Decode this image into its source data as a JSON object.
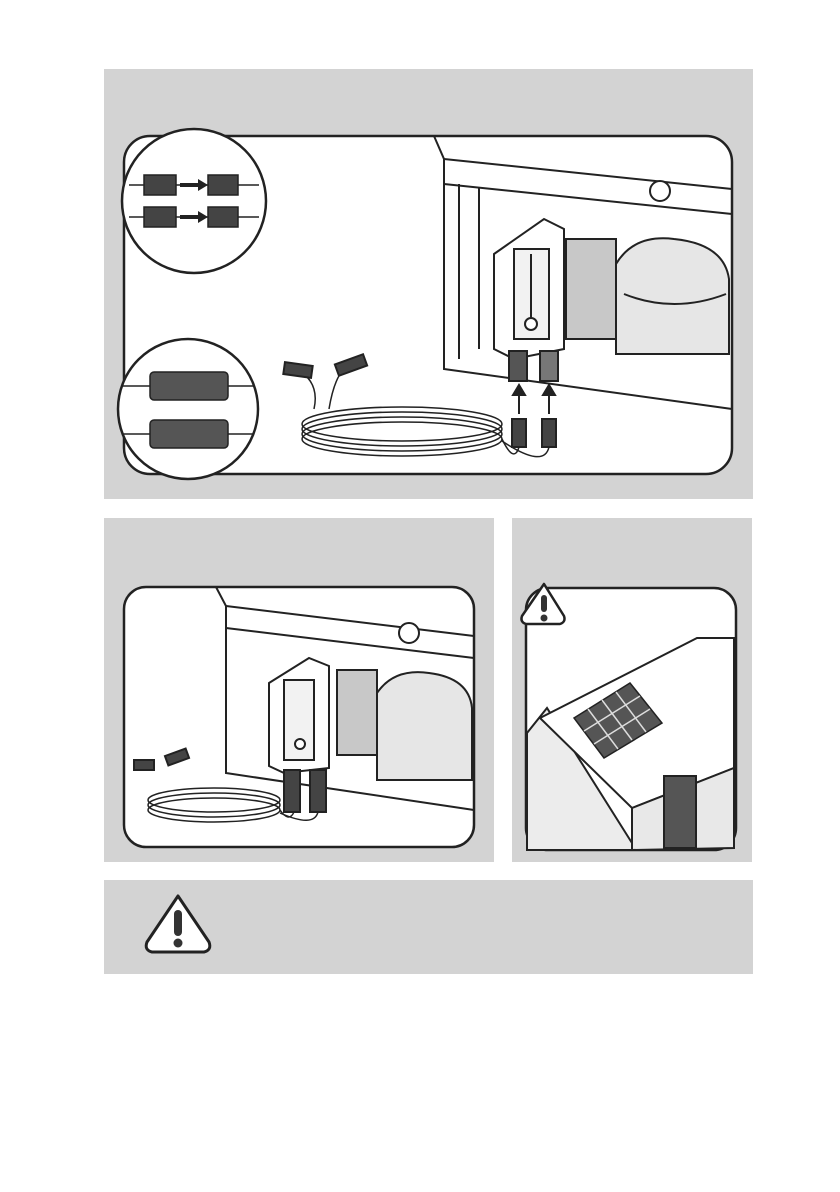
{
  "document": {
    "panels": [
      {
        "id": "connector-diagram",
        "description_text": ""
      },
      {
        "id": "connected-cable-diagram",
        "description_text": ""
      },
      {
        "id": "solar-house-diagram",
        "description_text": ""
      },
      {
        "id": "warning-note",
        "text": ""
      }
    ],
    "icons": [
      "warning-triangle-icon",
      "warning-triangle-icon"
    ],
    "colors": {
      "panel_bg": "#d3d3d3",
      "line": "#222222",
      "fill_light": "#ffffff",
      "fill_mid": "#bdbdbd",
      "fill_dark": "#555555"
    }
  }
}
